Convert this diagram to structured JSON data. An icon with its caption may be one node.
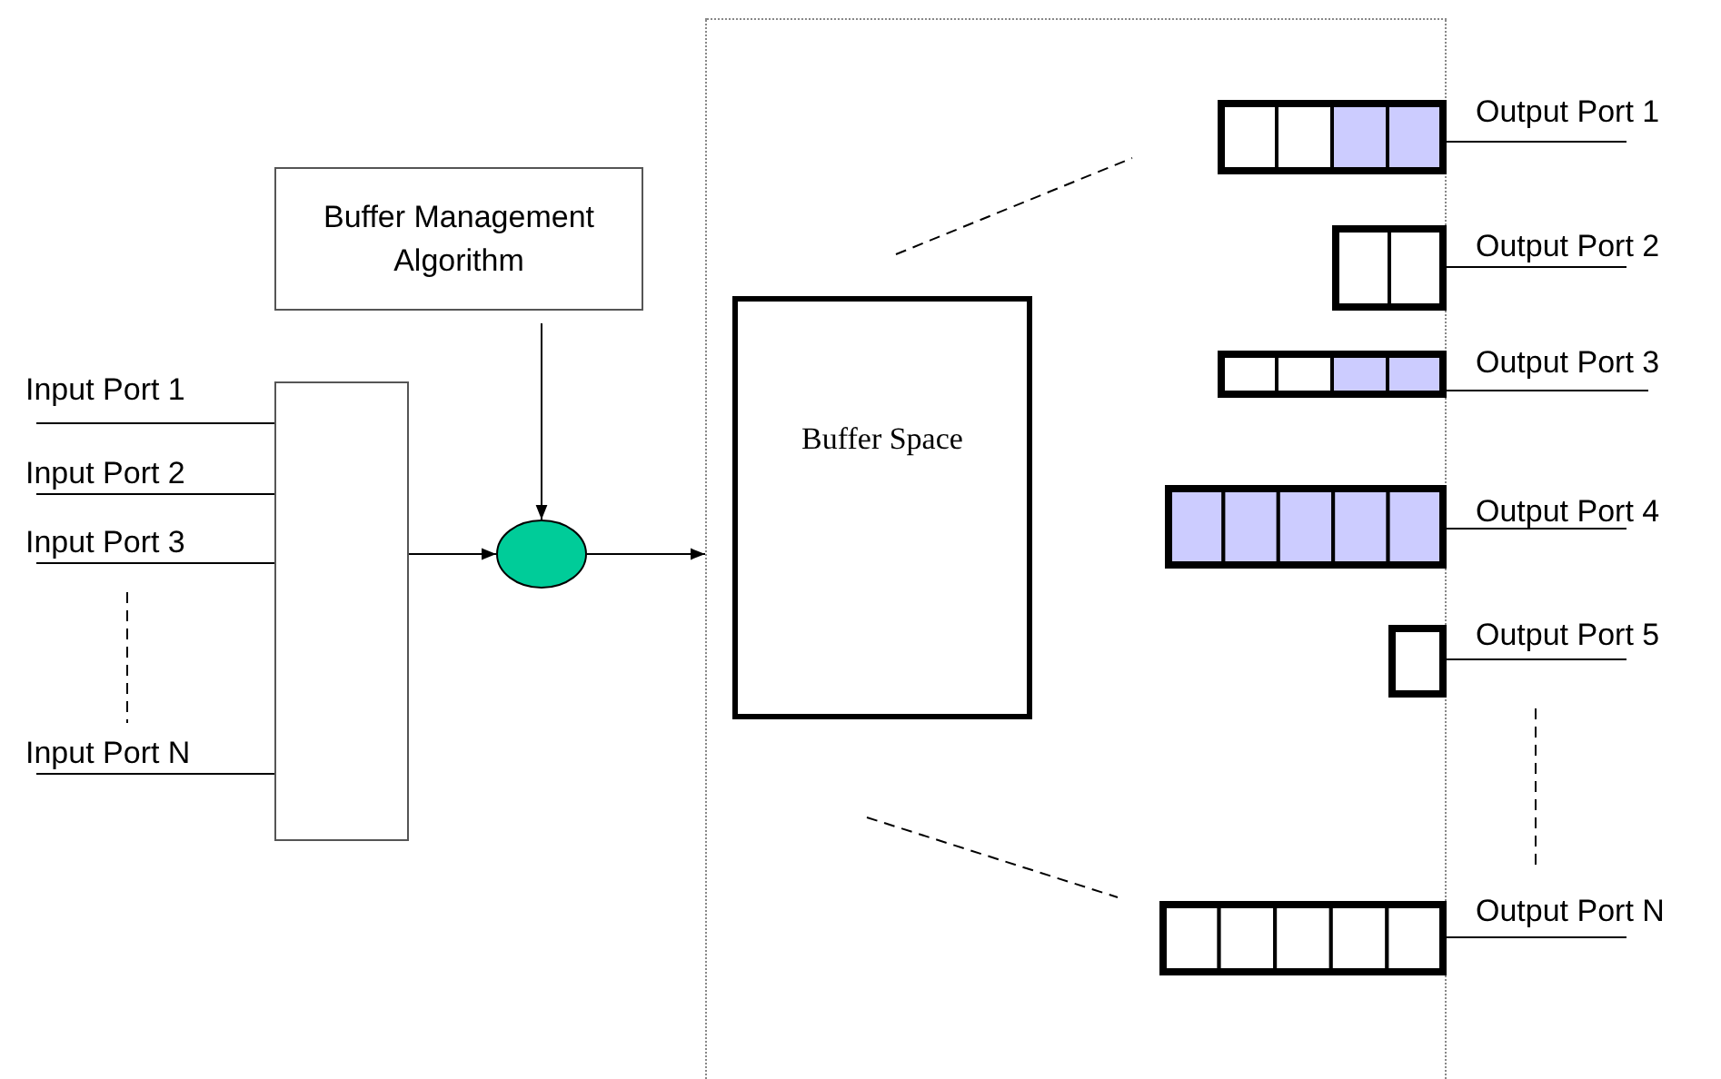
{
  "diagram": {
    "nodes": [
      {
        "text": [
          "Buffer Management Algorithm"
        ]
      },
      {
        "text": [
          "Input Port 1"
        ]
      },
      {
        "text": [
          "Input Port 2"
        ]
      },
      {
        "text": [
          "Input Port 3"
        ]
      },
      {
        "text": [
          "Input Port N"
        ]
      },
      {
        "text": [],
        "shape": "box"
      },
      {
        "text": [],
        "shape": "circle"
      },
      {
        "text": [],
        "shape": "box"
      },
      {
        "text": [
          "Buffer Space"
        ],
        "in": 7
      },
      {
        "text": [],
        "shape": "bar",
        "in": 7
      },
      {
        "text": [],
        "shape": "bar",
        "in": 7
      },
      {
        "text": [],
        "shape": "bar",
        "in": 7
      },
      {
        "text": [],
        "shape": "bar",
        "in": 7
      },
      {
        "text": [],
        "shape": "bar",
        "in": 7
      },
      {
        "text": [],
        "shape": "bar",
        "in": 7
      },
      {
        "text": [
          "Output Port 1"
        ]
      },
      {
        "text": [
          "Output Port 2"
        ]
      },
      {
        "text": [
          "Output Port 3"
        ]
      },
      {
        "text": [
          "Output Port 4"
        ]
      },
      {
        "text": [
          "Output Port 5"
        ]
      },
      {
        "text": [
          "Output Port N"
        ]
      }
    ],
    "edges": [
      {
        "from": 1,
        "to": 5,
        "arrow": "none"
      },
      {
        "from": 2,
        "to": 5,
        "arrow": "none"
      },
      {
        "from": 3,
        "to": 5,
        "arrow": "none"
      },
      {
        "from": 4,
        "to": 5,
        "arrow": "none"
      },
      {
        "from": 0,
        "to": 6,
        "arrow": "to"
      },
      {
        "from": 5,
        "to": 6,
        "arrow": "to"
      },
      {
        "from": 6,
        "to": 7,
        "arrow": "to"
      },
      {
        "from": 9,
        "to": 15,
        "arrow": "none"
      },
      {
        "from": 10,
        "to": 16,
        "arrow": "none"
      },
      {
        "from": 11,
        "to": 17,
        "arrow": "none"
      },
      {
        "from": 12,
        "to": 18,
        "arrow": "none"
      },
      {
        "from": 13,
        "to": 19,
        "arrow": "none"
      },
      {
        "from": 14,
        "to": 20,
        "arrow": "none"
      }
    ]
  }
}
